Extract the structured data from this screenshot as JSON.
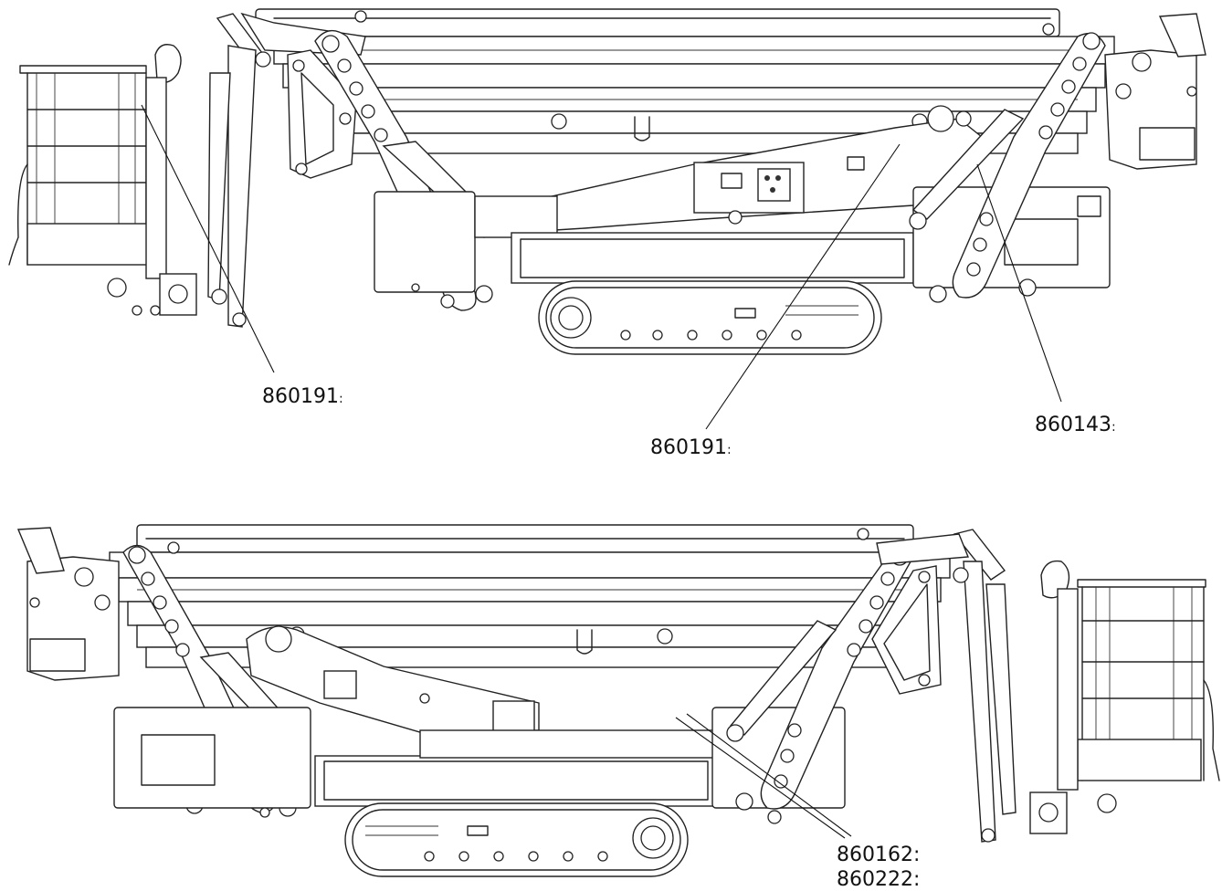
{
  "callouts": {
    "upper_left": {
      "code": "860191",
      "colon": ":"
    },
    "upper_center": {
      "code": "860191",
      "colon": ":"
    },
    "upper_right": {
      "code": "860143",
      "colon": ":"
    },
    "lower_a": {
      "code": "860162",
      "colon": ":"
    },
    "lower_b": {
      "code": "860222",
      "colon": ":"
    }
  },
  "colors": {
    "line": "#222222",
    "background": "#ffffff"
  }
}
